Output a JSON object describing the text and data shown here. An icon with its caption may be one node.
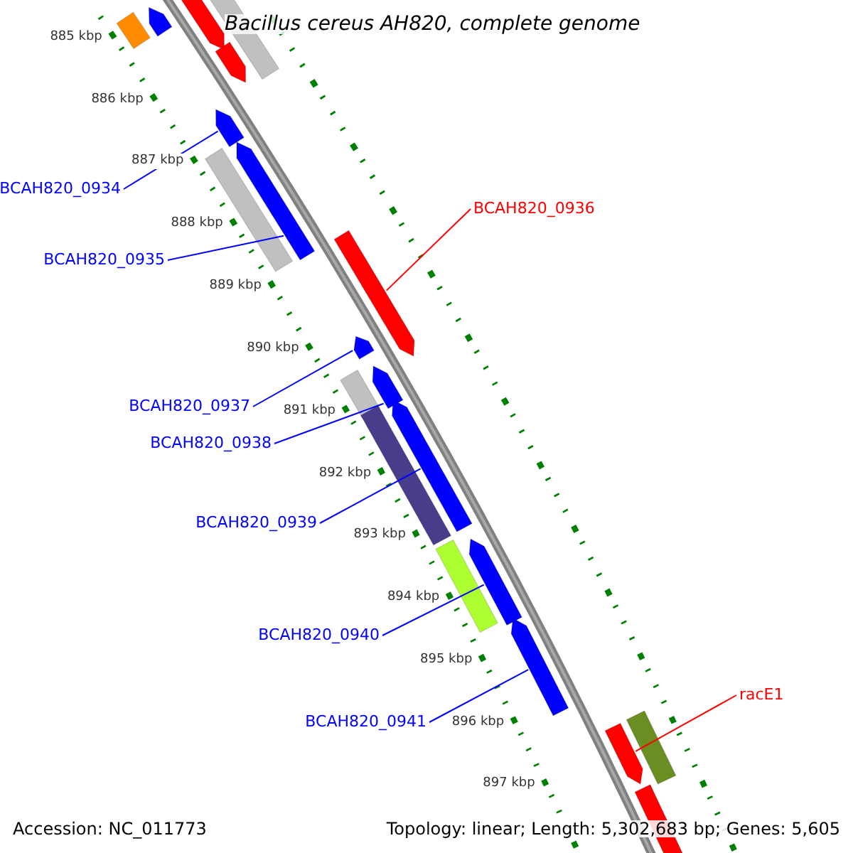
{
  "diagram": {
    "title": "Bacillus cereus AH820, complete genome",
    "nodes": [
      {
        "text": [
          "BCAH820_0934"
        ]
      },
      {
        "text": [
          "BCAH820_0936"
        ]
      },
      {
        "text": [
          "BCAH820_0935"
        ]
      },
      {
        "text": [
          "BCAH820_0937"
        ]
      },
      {
        "text": [
          "BCAH820_0938"
        ]
      },
      {
        "text": [
          "BCAH820_0939"
        ]
      },
      {
        "text": [
          "BCAH820_0940"
        ]
      },
      {
        "text": [
          "racE1"
        ]
      },
      {
        "text": [
          "BCAH820_0941"
        ]
      },
      {
        "text": [],
        "shape": "arrow"
      },
      {
        "text": [],
        "shape": "arrow"
      },
      {
        "text": [],
        "shape": "arrow"
      },
      {
        "text": [],
        "shape": "arrow"
      },
      {
        "text": [],
        "shape": "arrow"
      },
      {
        "text": [],
        "shape": "arrow"
      },
      {
        "text": [],
        "shape": "arrow"
      },
      {
        "text": [],
        "shape": "arrow"
      },
      {
        "text": [],
        "shape": "arrow"
      },
      {
        "text": [],
        "shape": "box"
      },
      {
        "text": [],
        "shape": "arrow"
      },
      {
        "text": [],
        "shape": "arrow"
      },
      {
        "text": [],
        "shape": "arrow"
      },
      {
        "text": [],
        "shape": "box"
      },
      {
        "text": [],
        "shape": "box"
      },
      {
        "text": [],
        "shape": "box"
      },
      {
        "text": [],
        "shape": "box"
      },
      {
        "text": [],
        "shape": "box"
      },
      {
        "text": [],
        "shape": "box"
      },
      {
        "text": [],
        "shape": "arrow"
      }
    ],
    "edges": [
      {
        "from": 0,
        "to": 9,
        "arrow": "none"
      },
      {
        "from": 1,
        "to": 10,
        "arrow": "none",
        "color": "#ff0000"
      },
      {
        "from": 2,
        "to": 11,
        "arrow": "none"
      },
      {
        "from": 3,
        "to": 12,
        "arrow": "none"
      },
      {
        "from": 4,
        "to": 13,
        "arrow": "none"
      },
      {
        "from": 5,
        "to": 14,
        "arrow": "none"
      },
      {
        "from": 6,
        "to": 15,
        "arrow": "none"
      },
      {
        "from": 7,
        "to": 16,
        "arrow": "none",
        "color": "#ff0000"
      },
      {
        "from": 8,
        "to": 17,
        "arrow": "none"
      }
    ],
    "labels": [
      "885 kbp",
      "886 kbp",
      "887 kbp",
      "888 kbp",
      "889 kbp",
      "890 kbp",
      "891 kbp",
      "892 kbp",
      "893 kbp",
      "894 kbp",
      "895 kbp",
      "896 kbp",
      "897 kbp",
      "Accession: NC_011773",
      "Topology: linear; Length: 5,302,683 bp; Genes: 5,605"
    ]
  }
}
